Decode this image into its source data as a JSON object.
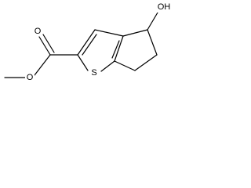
{
  "molecule": {
    "atom_labels": {
      "carbonyl_oxygen": "O",
      "ester_oxygen": "O",
      "ring_sulfur": "S",
      "hydroxyl": "OH"
    },
    "colors": {
      "bond": "#000000",
      "label": "#000000",
      "background": "#ffffff"
    }
  }
}
